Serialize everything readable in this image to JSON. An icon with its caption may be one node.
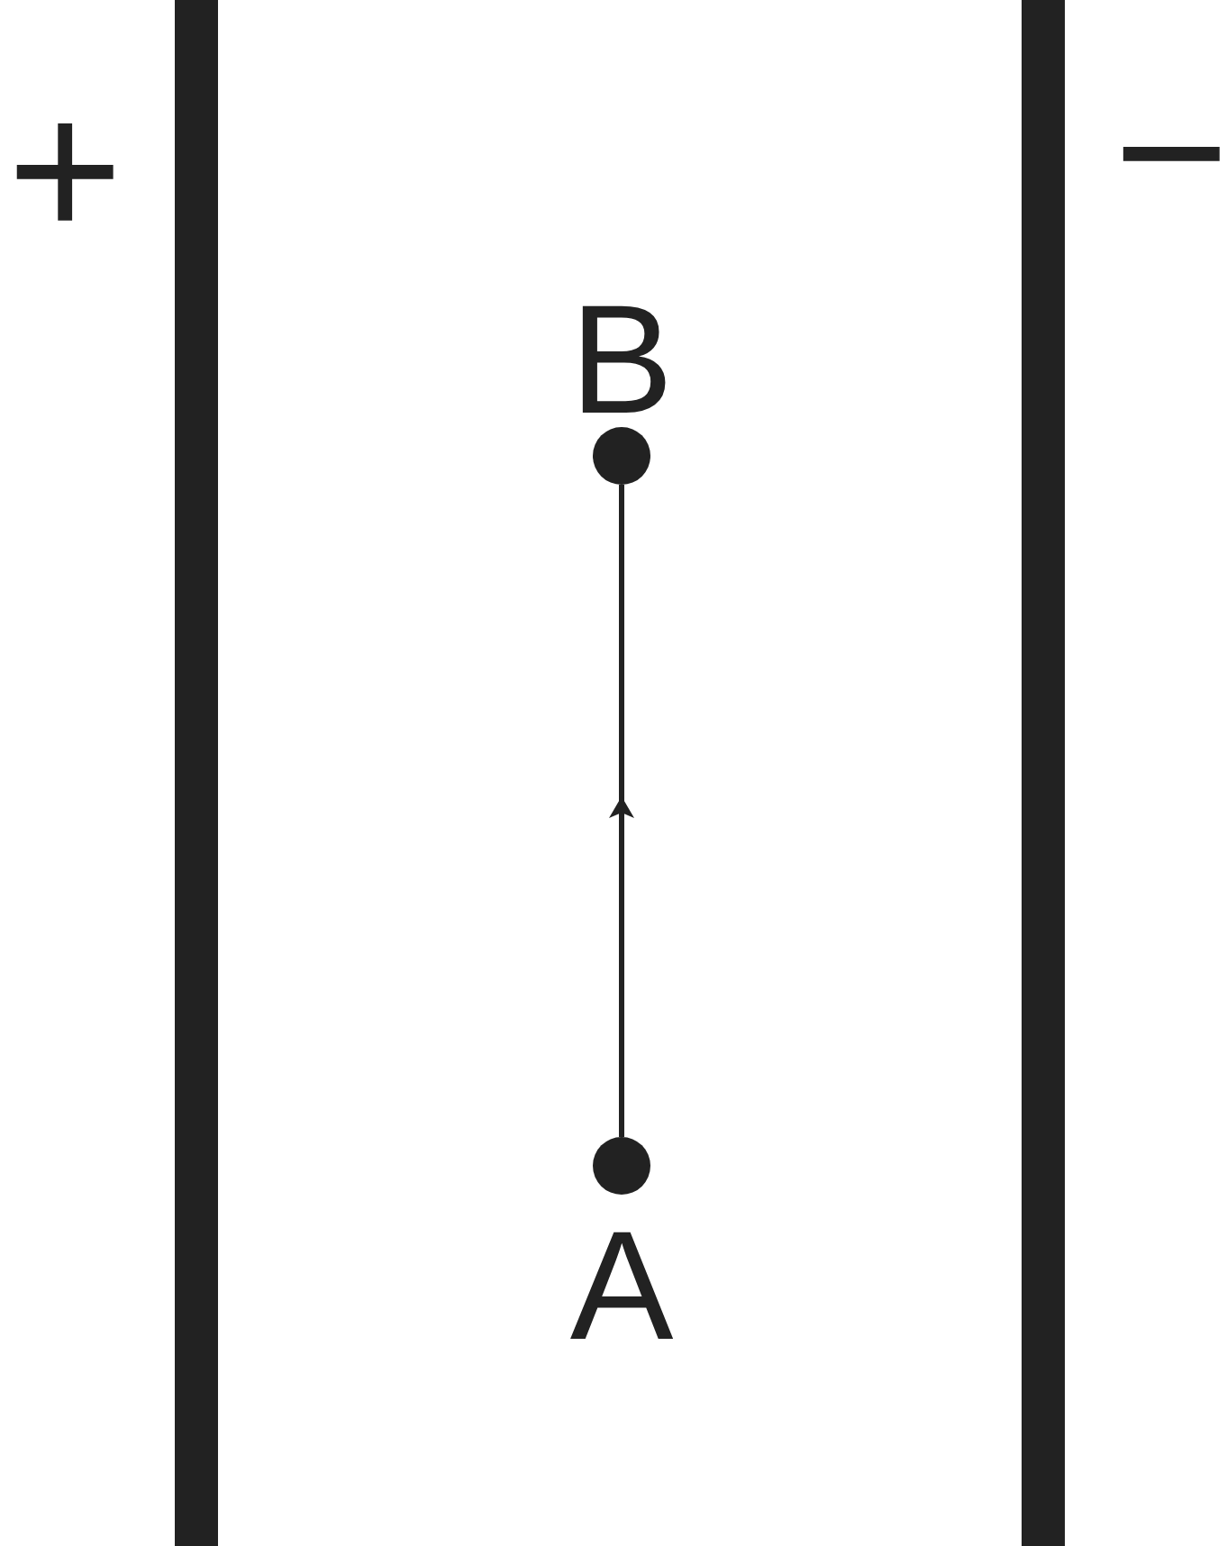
{
  "diagram": {
    "nodes": [
      {
        "text": [
          "+"
        ]
      },
      {
        "text": [
          "−"
        ]
      },
      {
        "text": [
          "B"
        ]
      },
      {
        "text": [
          "A"
        ]
      }
    ],
    "edges": [
      {
        "from": 3,
        "to": 2,
        "arrow": "to"
      }
    ]
  }
}
